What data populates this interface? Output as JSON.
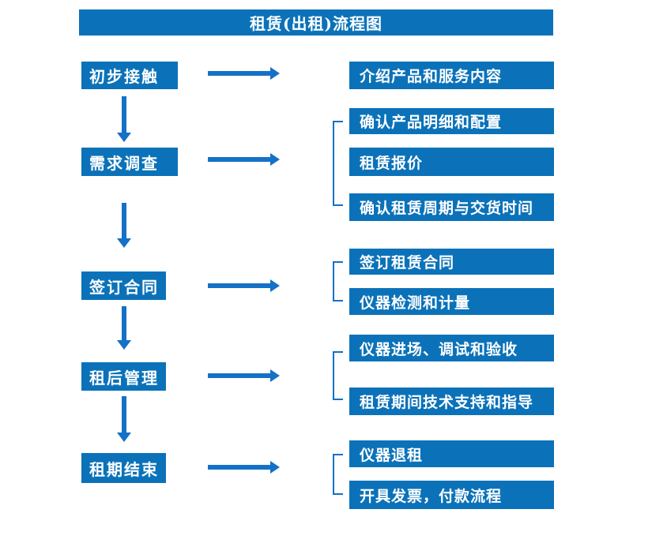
{
  "title": "租赁(出租)流程图",
  "colors": {
    "box_fill": "#0b72b9",
    "arrow_stroke": "#1471c6",
    "box_text": "#ffffff",
    "page_background": "#ffffff"
  },
  "stages": [
    {
      "label": "初步接触",
      "outputs": [
        "介绍产品和服务内容"
      ]
    },
    {
      "label": "需求调查",
      "outputs": [
        "确认产品明细和配置",
        "租赁报价",
        "确认租赁周期与交货时间"
      ]
    },
    {
      "label": "签订合同",
      "outputs": [
        "签订租赁合同",
        "仪器检测和计量"
      ]
    },
    {
      "label": "租后管理",
      "outputs": [
        "仪器进场、调试和验收",
        "租赁期间技术支持和指导"
      ]
    },
    {
      "label": "租期结束",
      "outputs": [
        "仪器退租",
        "开具发票，付款流程"
      ]
    }
  ]
}
